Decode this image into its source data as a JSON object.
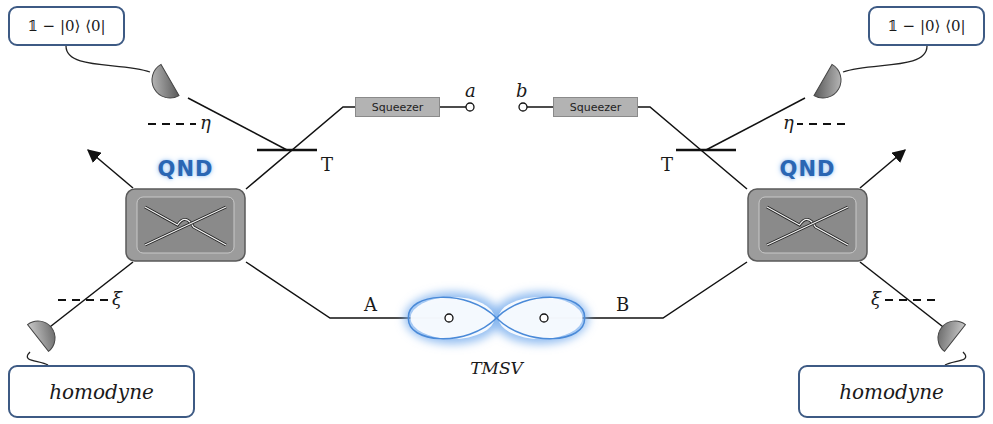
{
  "diagram": {
    "nodes": [
      {
        "text": [
          "𝟙 − |0⟩ ⟨0|"
        ]
      },
      {
        "text": [
          "Squeezer"
        ]
      },
      {
        "text": [
          "Squeezer"
        ]
      },
      {
        "text": [
          "𝟙 − |0⟩ ⟨0|"
        ]
      },
      {
        "text": [
          "QND"
        ]
      },
      {
        "text": [
          "QND"
        ]
      },
      {
        "text": [
          "TMSV"
        ]
      },
      {
        "text": [
          "homodyne"
        ]
      },
      {
        "text": [
          "homodyne"
        ]
      }
    ],
    "edges": [
      {
        "from": 1,
        "to": 4,
        "arrow": "none"
      },
      {
        "from": 2,
        "to": 5,
        "arrow": "none"
      },
      {
        "from": 6,
        "to": 4,
        "arrow": "none"
      },
      {
        "from": 6,
        "to": 5,
        "arrow": "none"
      }
    ],
    "labels": [
      "a",
      "b",
      "A",
      "B",
      "η",
      "η",
      "T",
      "T",
      "ξ",
      "ξ"
    ]
  }
}
